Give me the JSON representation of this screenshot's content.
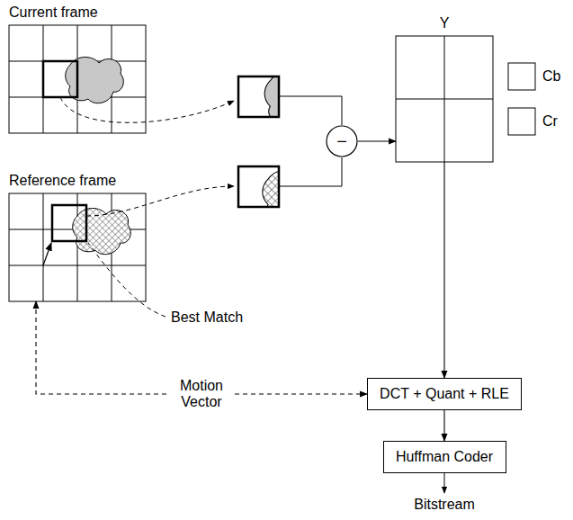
{
  "diagram": {
    "nodes": [
      {
        "text": [
          "Current frame"
        ]
      },
      {
        "text": [
          "Reference frame"
        ]
      },
      {
        "text": [
          "−"
        ]
      },
      {
        "text": [
          "Y"
        ]
      },
      {
        "text": [
          "Cb"
        ]
      },
      {
        "text": [
          "Cr"
        ]
      },
      {
        "text": [
          "DCT + Quant + RLE"
        ]
      },
      {
        "text": [
          "Huffman Coder"
        ]
      }
    ],
    "edges": [
      {
        "from": 2,
        "to": 3,
        "arrow": "to"
      },
      {
        "from": 3,
        "to": 6,
        "arrow": "to"
      },
      {
        "from": 1,
        "to": 6,
        "label": "Motion Vector",
        "arrow": "both"
      },
      {
        "from": 6,
        "to": 7,
        "arrow": "to"
      }
    ],
    "labels": [
      "Best Match",
      "Bitstream"
    ]
  }
}
